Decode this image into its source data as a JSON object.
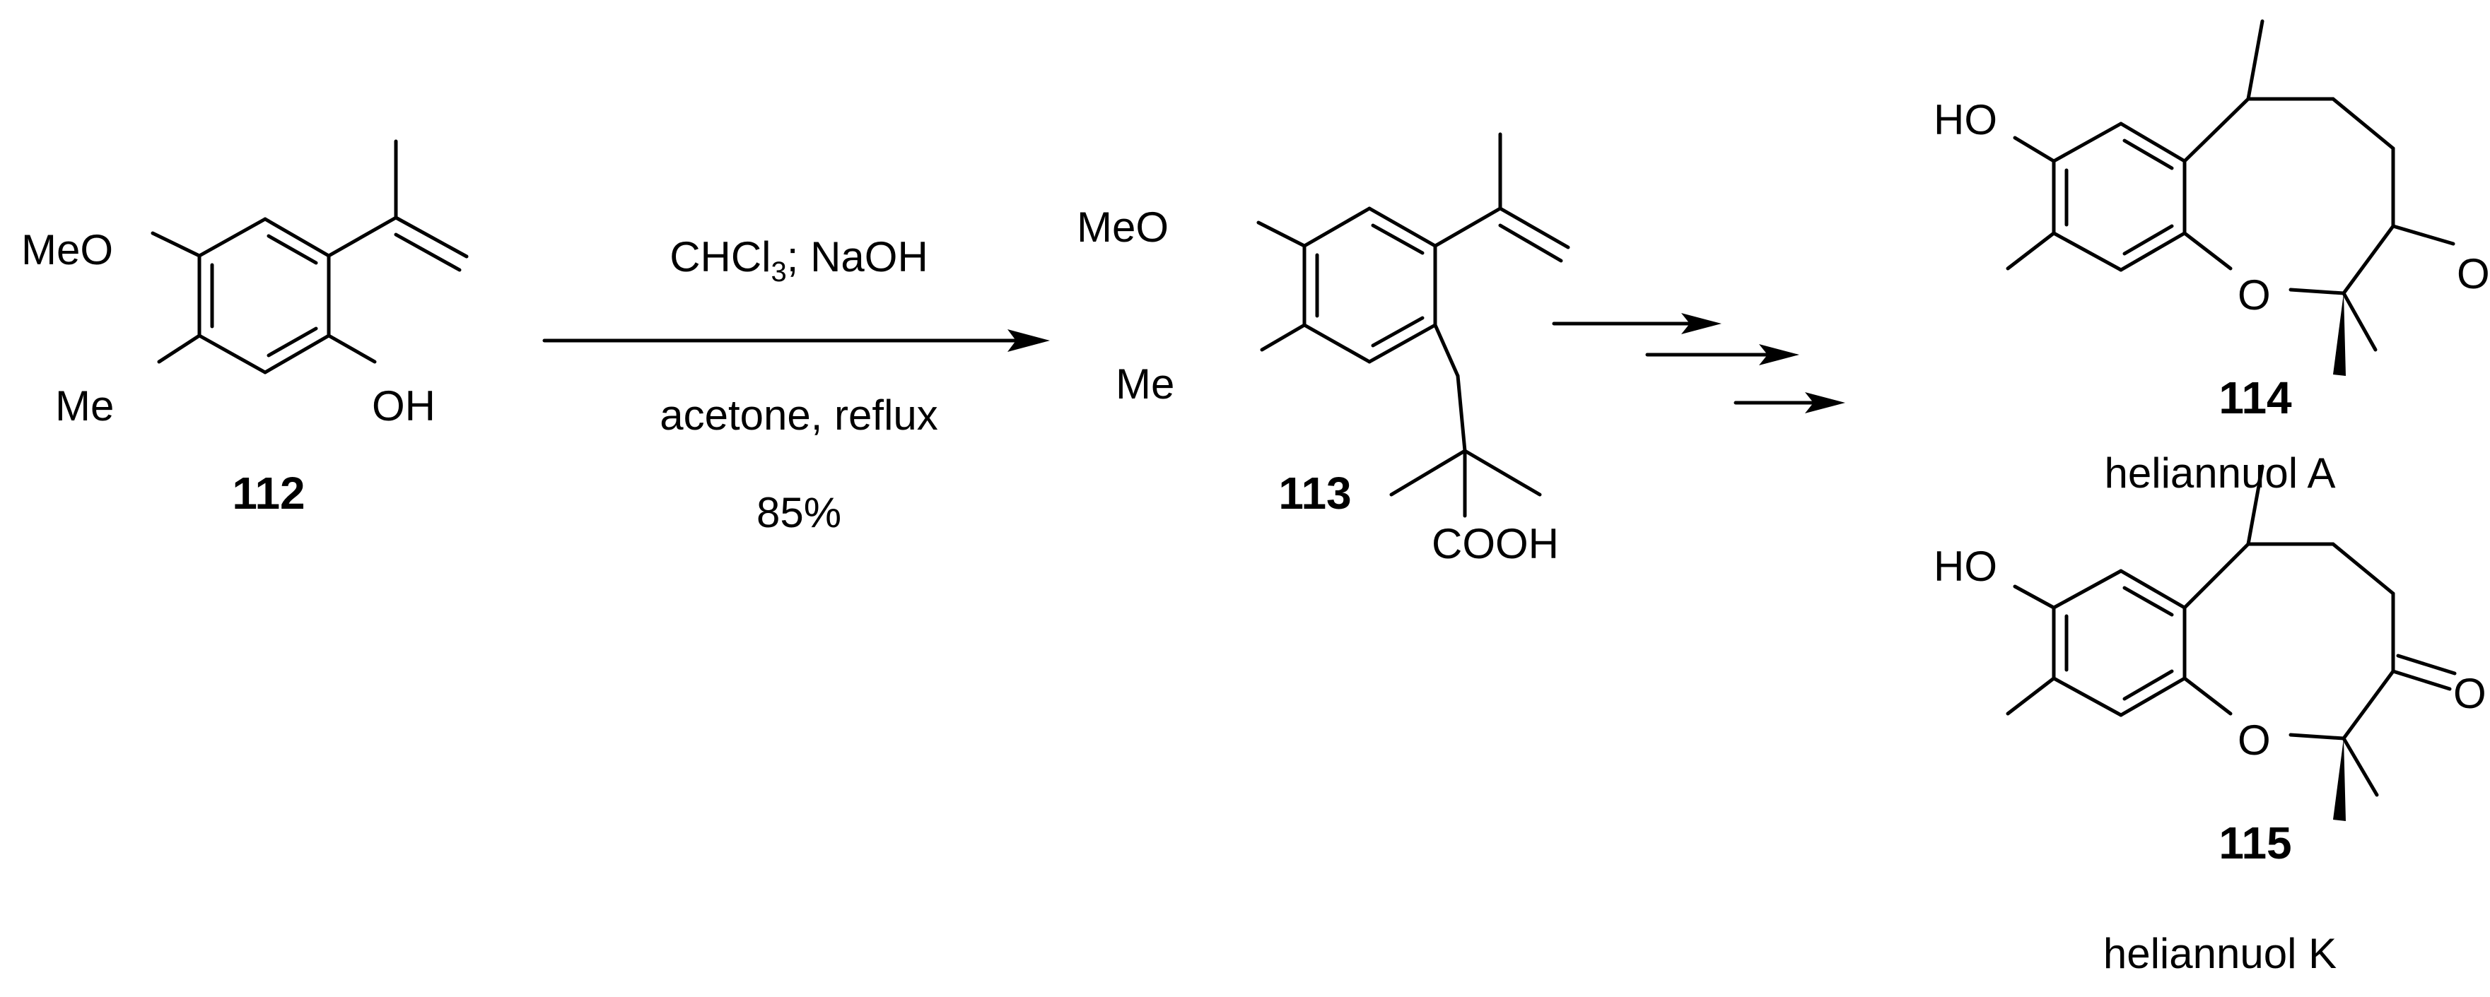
{
  "compounds": {
    "c112": {
      "number": "112",
      "label_meo": "MeO",
      "label_me": "Me",
      "label_oh": "OH"
    },
    "c113": {
      "number": "113",
      "label_meo": "MeO",
      "label_me": "Me",
      "label_cooh": "COOH"
    },
    "c114": {
      "number": "114",
      "name": "heliannuol A",
      "label_ho": "HO",
      "label_o": "O",
      "label_oh": "OH"
    },
    "c115": {
      "number": "115",
      "name": "heliannuol K",
      "label_ho": "HO",
      "label_o": "O",
      "label_ketone": "O"
    }
  },
  "reaction": {
    "reagent_1": "CHCl",
    "reagent_1_sub": "3",
    "reagent_1_rest": "; NaOH",
    "conditions": "acetone, reflux",
    "yield": "85%"
  },
  "multistep_arrows": 3
}
